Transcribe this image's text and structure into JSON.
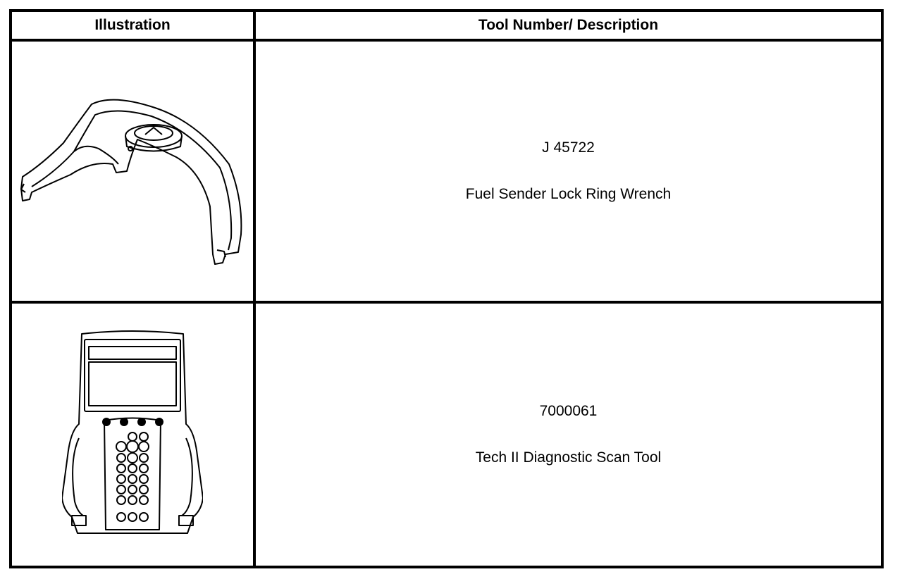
{
  "table": {
    "headers": {
      "illustration": "Illustration",
      "tool": "Tool Number/ Description"
    },
    "rows": [
      {
        "tool_number": "J 45722",
        "description": "Fuel Sender Lock Ring Wrench",
        "icon": "lock-ring-wrench-icon"
      },
      {
        "tool_number": "7000061",
        "description": "Tech II Diagnostic Scan Tool",
        "icon": "scan-tool-icon"
      }
    ]
  }
}
